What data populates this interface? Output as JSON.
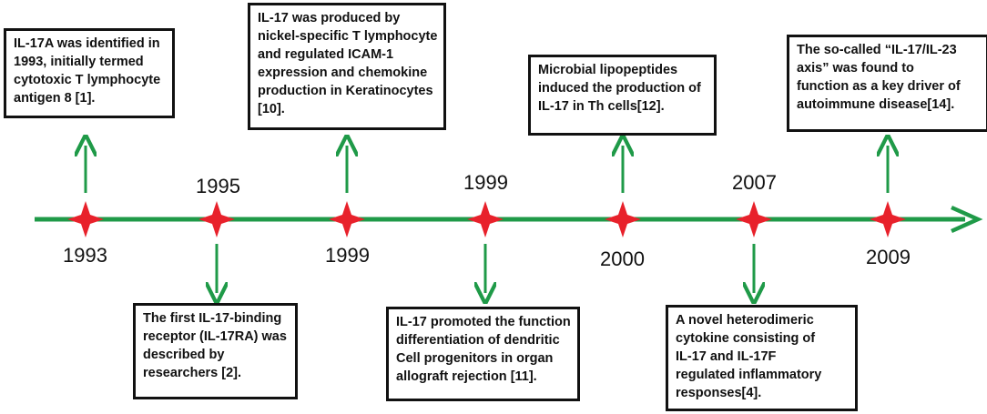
{
  "colors": {
    "axis": "#1f9a48",
    "star": "#e8212b",
    "border": "#111111"
  },
  "timeline": {
    "year_labels": [
      "1993",
      "1995",
      "1999",
      "1999",
      "2000",
      "2007",
      "2009"
    ],
    "top_events": [
      {
        "lines": [
          "IL-17A was identified in",
          "1993, initially termed",
          "cytotoxic T lymphocyte",
          "antigen 8 [1]."
        ]
      },
      {
        "lines": [
          "IL-17 was produced by",
          "nickel-specific T lymphocyte",
          "and regulated ICAM-1",
          "expression and chemokine",
          "production in Keratinocytes",
          "[10]."
        ]
      },
      {
        "lines": [
          "Microbial lipopeptides",
          "induced the production of",
          "IL-17 in Th cells[12]."
        ]
      },
      {
        "lines": [
          "The so-called “IL-17/IL-23",
          "axis” was found to",
          "function as a key driver of",
          "autoimmune disease[14]."
        ]
      }
    ],
    "bottom_events": [
      {
        "lines": [
          "The first IL-17-binding",
          "receptor (IL-17RA) was",
          "described by",
          "researchers [2]."
        ]
      },
      {
        "lines": [
          "IL-17 promoted the function",
          "differentiation of dendritic",
          "Cell progenitors in organ",
          "allograft rejection [11]."
        ]
      },
      {
        "lines": [
          "A novel heterodimeric",
          "cytokine consisting of",
          "IL-17 and IL-17F",
          "regulated inflammatory",
          "responses[4]."
        ]
      }
    ]
  }
}
